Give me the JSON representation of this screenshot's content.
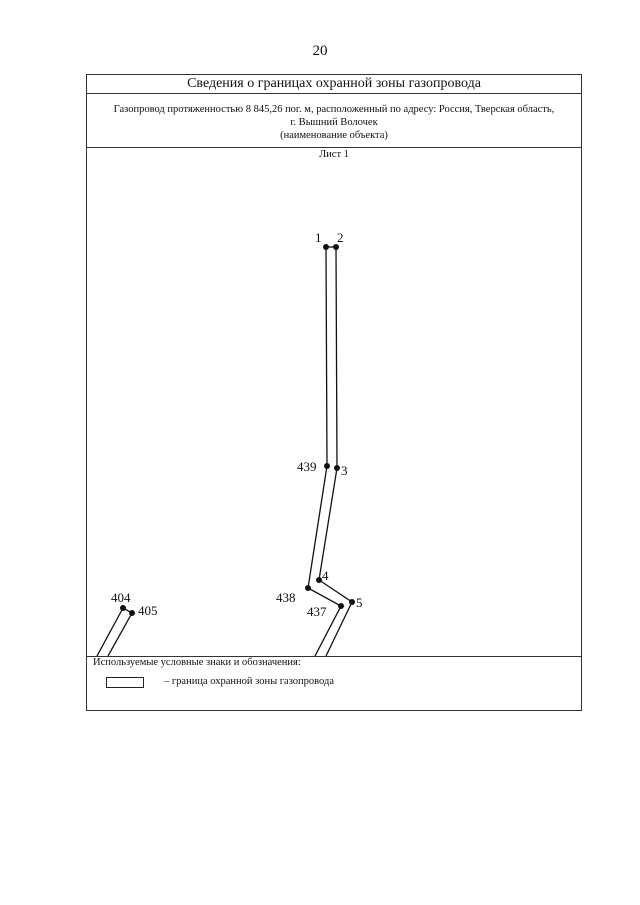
{
  "page": {
    "number": "20"
  },
  "header": {
    "title": "Сведения о границах охранной зоны газопровода",
    "object_line1": "Газопровод протяженностью 8 845,26 пог. м, расположенный по адресу: Россия, Тверская область,",
    "object_line2": "г. Вышний Волочек",
    "object_caption": "(наименование объекта)"
  },
  "sheet": {
    "label": "Лист 1",
    "points": {
      "p1": "1",
      "p2": "2",
      "p439": "439",
      "p3": "3",
      "p4": "4",
      "p438": "438",
      "p437": "437",
      "p5": "5",
      "p404": "404",
      "p405": "405"
    }
  },
  "legend": {
    "title": "Используемые условные знаки и обозначения:",
    "item_text": "– граница охранной зоны газопровода"
  },
  "colors": {
    "line": "#111111",
    "frame": "#333333"
  }
}
